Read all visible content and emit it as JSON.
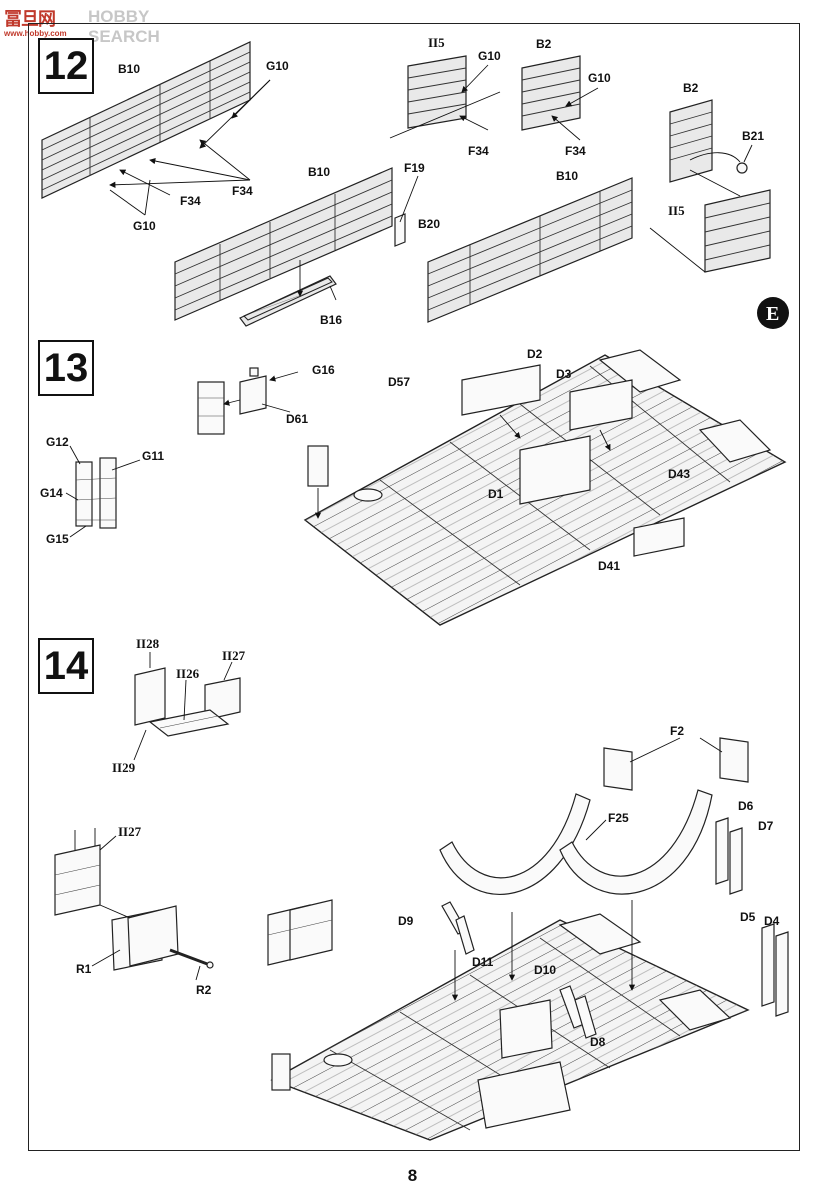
{
  "watermark": {
    "brand_cn": "冨旦网",
    "brand_en": "HOBBY SEARCH",
    "url": "www.hobby.com"
  },
  "steps": [
    {
      "number": "12"
    },
    {
      "number": "13"
    },
    {
      "number": "14"
    }
  ],
  "emblem": "E",
  "labels": {
    "s12": {
      "b10_a": "B10",
      "g10_a": "G10",
      "f34_a": "F34",
      "f34_b": "F34",
      "g10_b": "G10",
      "ii5_a": "II5",
      "g10_c": "G10",
      "f34_c": "F34",
      "b2_a": "B2",
      "g10_d": "G10",
      "f34_d": "F34",
      "b10_b": "B10",
      "f19": "F19",
      "b20": "B20",
      "b16": "B16",
      "b10_c": "B10",
      "b2_b": "B2",
      "b21": "B21",
      "ii5_b": "II5"
    },
    "s13": {
      "g16": "G16",
      "d61": "D61",
      "g12": "G12",
      "g11": "G11",
      "g14": "G14",
      "g15": "G15",
      "d57": "D57",
      "d2": "D2",
      "d3": "D3",
      "d1": "D1",
      "d43": "D43",
      "d41": "D41"
    },
    "s14": {
      "ii28": "II28",
      "ii27_a": "II27",
      "ii26": "II26",
      "ii29": "II29",
      "ii27_b": "II27",
      "r1": "R1",
      "r2": "R2",
      "f2": "F2",
      "f25": "F25",
      "d6": "D6",
      "d7": "D7",
      "d5": "D5",
      "d4": "D4",
      "d9": "D9",
      "d11": "D11",
      "d10": "D10",
      "d8": "D8"
    }
  },
  "page_number": "8"
}
